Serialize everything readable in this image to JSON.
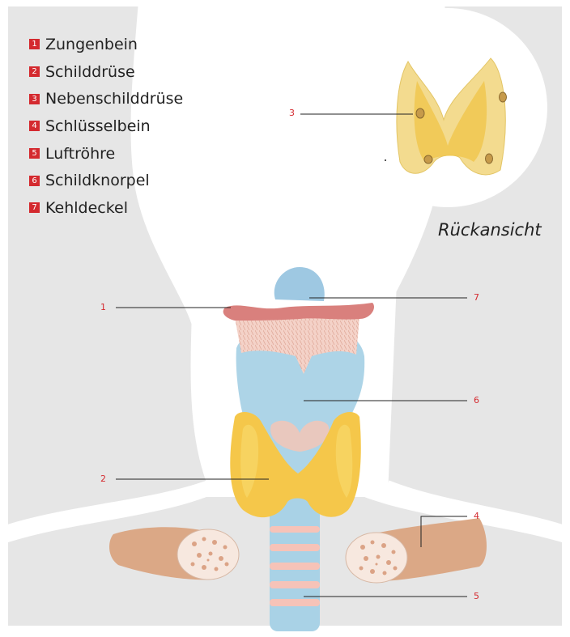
{
  "legend": [
    {
      "num": "1",
      "label": "Zungenbein"
    },
    {
      "num": "2",
      "label": "Schilddrüse"
    },
    {
      "num": "3",
      "label": "Nebenschilddrüse"
    },
    {
      "num": "4",
      "label": "Schlüsselbein"
    },
    {
      "num": "5",
      "label": "Luftröhre"
    },
    {
      "num": "6",
      "label": "Schildknorpel"
    },
    {
      "num": "7",
      "label": "Kehldeckel"
    }
  ],
  "inset_caption": "Rückansicht",
  "callouts": {
    "c1": "1",
    "c2": "2",
    "c3": "3",
    "c4": "4",
    "c5": "5",
    "c6": "6",
    "c7": "7"
  },
  "colors": {
    "background": "#e6e6e6",
    "accent": "#d42a2f",
    "thyroid": "#f5c74a",
    "cartilage": "#a9d2e6",
    "hyoid": "#d9807d",
    "bone": "#dba886"
  }
}
